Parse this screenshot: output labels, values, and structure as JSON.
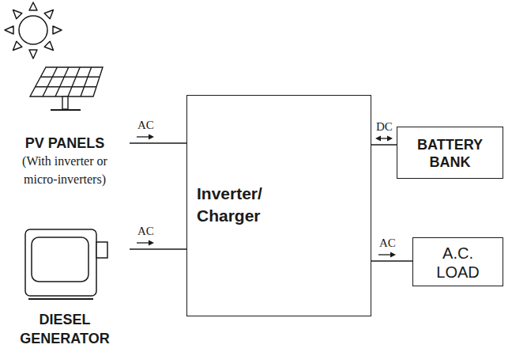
{
  "diagram": {
    "nodes": [
      {
        "text": [
          "PV PANELS",
          "(With inverter or micro-inverters)"
        ]
      },
      {
        "text": [
          "Inverter/ Charger"
        ]
      },
      {
        "text": [
          "BATTERY BANK"
        ]
      },
      {
        "text": [
          "DIESEL GENERATOR"
        ]
      },
      {
        "text": [
          "A.C. LOAD"
        ]
      }
    ],
    "edges": [
      {
        "from": 0,
        "to": 1,
        "label": "AC",
        "arrow": "to"
      },
      {
        "from": 1,
        "to": 2,
        "label": "DC",
        "arrow": "both"
      },
      {
        "from": 3,
        "to": 1,
        "label": "AC",
        "arrow": "to"
      },
      {
        "from": 1,
        "to": 4,
        "label": "AC",
        "arrow": "to"
      }
    ]
  }
}
